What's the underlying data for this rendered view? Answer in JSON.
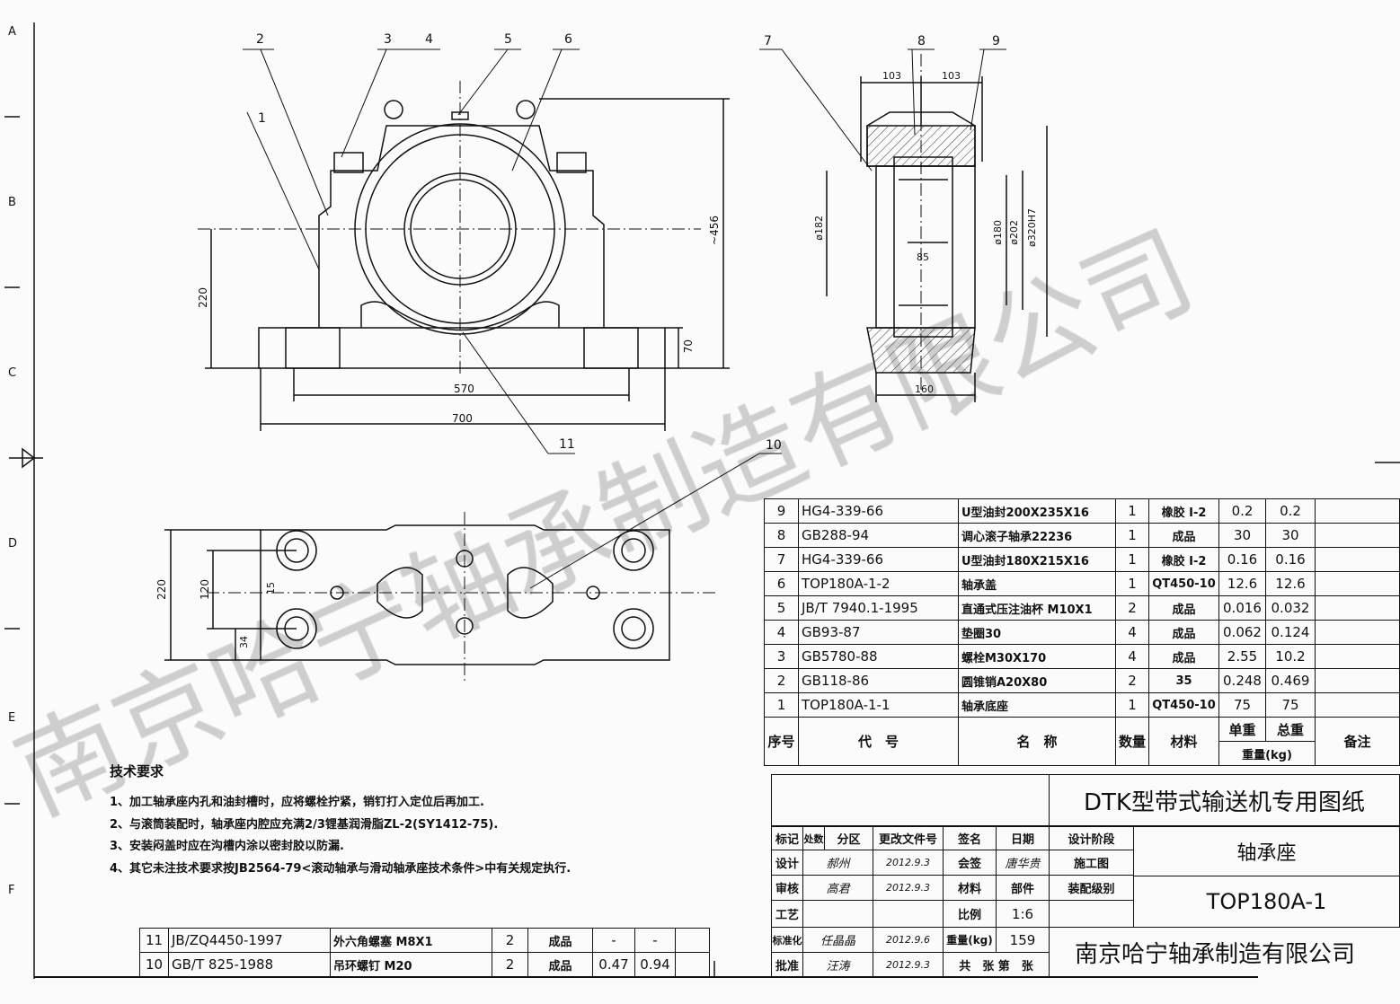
{
  "zones": [
    "A",
    "B",
    "C",
    "D",
    "E",
    "F"
  ],
  "callouts": [
    "1",
    "2",
    "3",
    "4",
    "5",
    "6",
    "7",
    "8",
    "9",
    "10",
    "11"
  ],
  "front_view": {
    "dims": {
      "width_bolts": "570",
      "width_total": "700",
      "height_center": "220",
      "height_base": "70",
      "height_total": "~456"
    }
  },
  "side_view": {
    "dims": {
      "left": "103",
      "right": "103",
      "width": "160",
      "d1": "ø182",
      "d2": "ø180",
      "d3": "ø202",
      "d4": "ø320H7",
      "inner": "85"
    }
  },
  "top_view": {
    "dims": {
      "depth": "220",
      "hole_spacing": "120",
      "offset": "15",
      "edge": "34"
    }
  },
  "tech_requirements": {
    "title": "技术要求",
    "items": [
      "1、加工轴承座内孔和油封槽时，应将螺栓拧紧，销钉打入定位后再加工.",
      "2、与滚筒装配时，轴承座内腔应充满2/3锂基润滑脂ZL-2(SY1412-75).",
      "3、安装闷盖时应在沟槽内涂以密封胶以防漏.",
      "4、其它未注技术要求按JB2564-79<滚动轴承与滑动轴承座技术条件>中有关规定执行."
    ]
  },
  "parts_list": {
    "headers": {
      "seq": "序号",
      "code": "代　号",
      "name": "名　称",
      "qty": "数量",
      "material": "材料",
      "unit_weight": "单重",
      "total_weight": "总重",
      "weight": "重量(kg)",
      "remark": "备注"
    },
    "rows": [
      {
        "seq": "9",
        "code": "HG4-339-66",
        "name": "U型油封200X235X16",
        "qty": "1",
        "material": "橡胶 I-2",
        "unit": "0.2",
        "total": "0.2"
      },
      {
        "seq": "8",
        "code": "GB288-94",
        "name": "调心滚子轴承22236",
        "qty": "1",
        "material": "成品",
        "unit": "30",
        "total": "30"
      },
      {
        "seq": "7",
        "code": "HG4-339-66",
        "name": "U型油封180X215X16",
        "qty": "1",
        "material": "橡胶 I-2",
        "unit": "0.16",
        "total": "0.16"
      },
      {
        "seq": "6",
        "code": "TOP180A-1-2",
        "name": "轴承盖",
        "qty": "1",
        "material": "QT450-10",
        "unit": "12.6",
        "total": "12.6"
      },
      {
        "seq": "5",
        "code": "JB/T 7940.1-1995",
        "name": "直通式压注油杯 M10X1",
        "qty": "2",
        "material": "成品",
        "unit": "0.016",
        "total": "0.032"
      },
      {
        "seq": "4",
        "code": "GB93-87",
        "name": "垫圈30",
        "qty": "4",
        "material": "成品",
        "unit": "0.062",
        "total": "0.124"
      },
      {
        "seq": "3",
        "code": "GB5780-88",
        "name": "螺栓M30X170",
        "qty": "4",
        "material": "成品",
        "unit": "2.55",
        "total": "10.2"
      },
      {
        "seq": "2",
        "code": "GB118-86",
        "name": "圆锥销A20X80",
        "qty": "2",
        "material": "35",
        "unit": "0.248",
        "total": "0.469"
      },
      {
        "seq": "1",
        "code": "TOP180A-1-1",
        "name": "轴承底座",
        "qty": "1",
        "material": "QT450-10",
        "unit": "75",
        "total": "75"
      }
    ],
    "extra_rows": [
      {
        "seq": "11",
        "code": "JB/ZQ4450-1997",
        "name": "外六角螺塞 M8X1",
        "qty": "2",
        "material": "成品",
        "unit": "-",
        "total": "-"
      },
      {
        "seq": "10",
        "code": "GB/T 825-1988",
        "name": "吊环螺钉 M20",
        "qty": "2",
        "material": "成品",
        "unit": "0.47",
        "total": "0.94"
      }
    ]
  },
  "title_block": {
    "drawing_series": "DTK型带式输送机专用图纸",
    "part_name": "轴承座",
    "drawing_no": "TOP180A-1",
    "company": "南京哈宁轴承制造有限公司",
    "labels": {
      "mark": "标记",
      "count": "处数",
      "zone": "分区",
      "change_doc": "更改文件号",
      "signature": "签名",
      "date": "日期",
      "design_stage": "设计阶段",
      "design": "设计",
      "review": "审核",
      "process": "工艺",
      "standardize": "标准化",
      "approve": "批准",
      "countersign": "会签",
      "material": "材料",
      "scale": "比例",
      "weight": "重量(kg)",
      "sheets": "共　张 第　张",
      "assembly_level": "装配级别"
    },
    "values": {
      "stage": "施工图",
      "material": "部件",
      "scale": "1:6",
      "weight": "159",
      "design_sig": "郝州",
      "design_date": "2012.9.3",
      "review_sig": "高君",
      "review_date": "2012.9.3",
      "std_sig": "任晶晶",
      "std_date": "2012.9.6",
      "approve_sig": "汪涛",
      "approve_date": "2012.9.3",
      "countersign_sig": "唐华贵"
    }
  },
  "watermark": "南京哈宁轴承制造有限公司"
}
